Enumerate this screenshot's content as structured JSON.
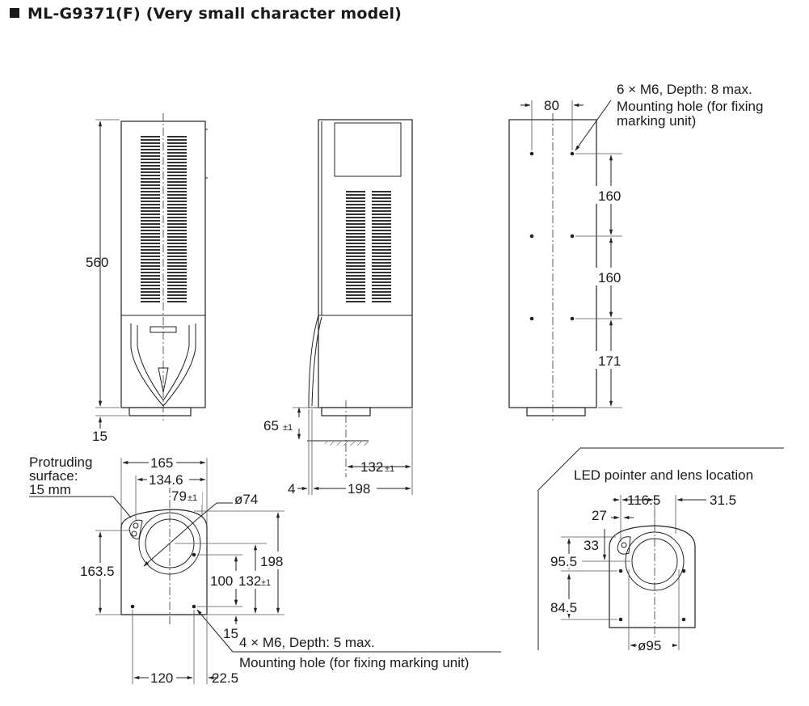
{
  "title": "ML-G9371(F) (Very small character model)",
  "front": {
    "height": "560",
    "bottom": "15"
  },
  "side": {
    "offset": "65",
    "offset_tol": "±1",
    "lens_depth": "132",
    "lens_depth_tol": "±1",
    "left": "4",
    "depth": "198"
  },
  "back": {
    "spacing": "80",
    "note_line1": "6 × M6, Depth: 8 max.",
    "note_line2": "Mounting hole (for fixing",
    "note_line3": "marking unit)",
    "pitch1": "160",
    "pitch2": "160",
    "pitch3": "171"
  },
  "bottom": {
    "protrude_line1": "Protruding",
    "protrude_line2": "surface:",
    "protrude_line3": "15 mm",
    "width": "165",
    "width_inner": "134.6",
    "center": "79",
    "center_tol": "±1",
    "diameter": "ø74",
    "height": "198",
    "height_left": "163.5",
    "hole_v": "100",
    "lens_v": "132",
    "lens_v_tol": "±1",
    "hole_offset": "15",
    "note_line1": "4 × M6, Depth: 5 max.",
    "note_line2": "Mounting hole (for fixing marking unit)",
    "hole_h": "120",
    "right_offset": "22.5"
  },
  "led": {
    "title": "LED pointer and lens location",
    "left": "116.5",
    "right": "31.5",
    "pointer_h": "27",
    "pointer_v": "33",
    "v_upper": "95.5",
    "v_lower": "84.5",
    "diameter": "ø95"
  }
}
